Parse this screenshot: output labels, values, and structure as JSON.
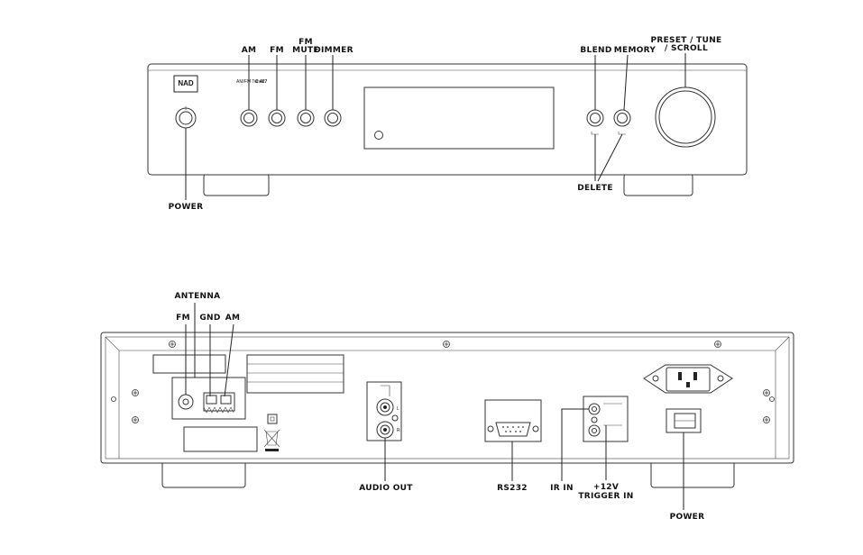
{
  "front_panel": {
    "brand": "NAD",
    "model_prefix": "AM/FM Tuner",
    "model_number": "C 427",
    "labels": {
      "am": "AM",
      "fm": "FM",
      "fm_mute_line1": "FM",
      "fm_mute_line2": "MUTE",
      "dimmer": "DIMMER",
      "blend": "BLEND",
      "memory": "MEMORY",
      "preset_line1": "PRESET / TUNE",
      "preset_line2": "/ SCROLL",
      "delete": "DELETE",
      "power": "POWER"
    }
  },
  "rear_panel": {
    "labels": {
      "antenna": "ANTENNA",
      "fm": "FM",
      "gnd": "GND",
      "am": "AM",
      "audio_out": "AUDIO OUT",
      "channel_l": "L",
      "channel_r": "R",
      "rs232": "RS232",
      "ir_in": "IR IN",
      "trigger_line1": "+12V",
      "trigger_line2": "TRIGGER IN",
      "power": "POWER"
    }
  },
  "colors": {
    "line": "#222222",
    "background": "#ffffff"
  }
}
